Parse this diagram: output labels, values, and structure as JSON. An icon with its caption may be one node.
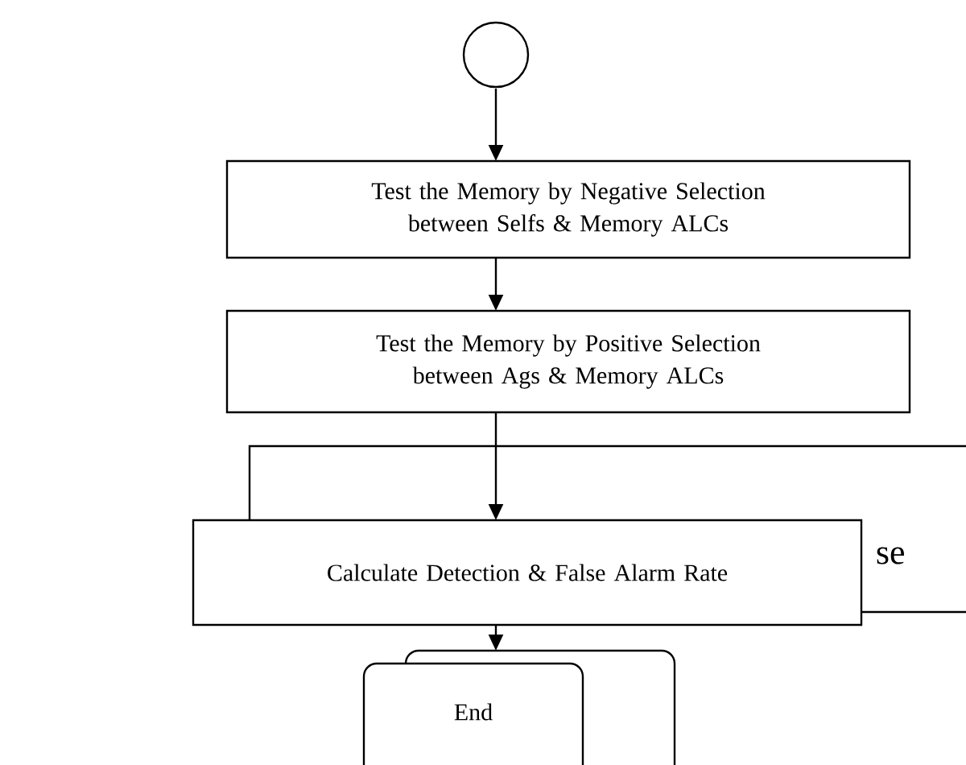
{
  "diagram": {
    "nodes": [
      {
        "text": [],
        "shape": "circle"
      },
      {
        "text": [
          "Test the Memory by Negative Selection between Selfs & Memory ALCs"
        ]
      },
      {
        "text": [
          "Test the Memory by Positive Selection between Ags & Memory ALCs"
        ]
      },
      {
        "text": [
          "Calculate Detection & False Alarm Rate"
        ]
      },
      {
        "text": [],
        "shape": "box"
      },
      {
        "text": [
          "End"
        ]
      }
    ],
    "edges": [
      {
        "from": 0,
        "to": 1,
        "arrow": "to"
      },
      {
        "from": 1,
        "to": 2,
        "arrow": "to"
      },
      {
        "from": 2,
        "to": 3,
        "arrow": "to"
      },
      {
        "from": 3,
        "to": 5,
        "arrow": "to"
      }
    ],
    "labels": [
      "se"
    ]
  }
}
